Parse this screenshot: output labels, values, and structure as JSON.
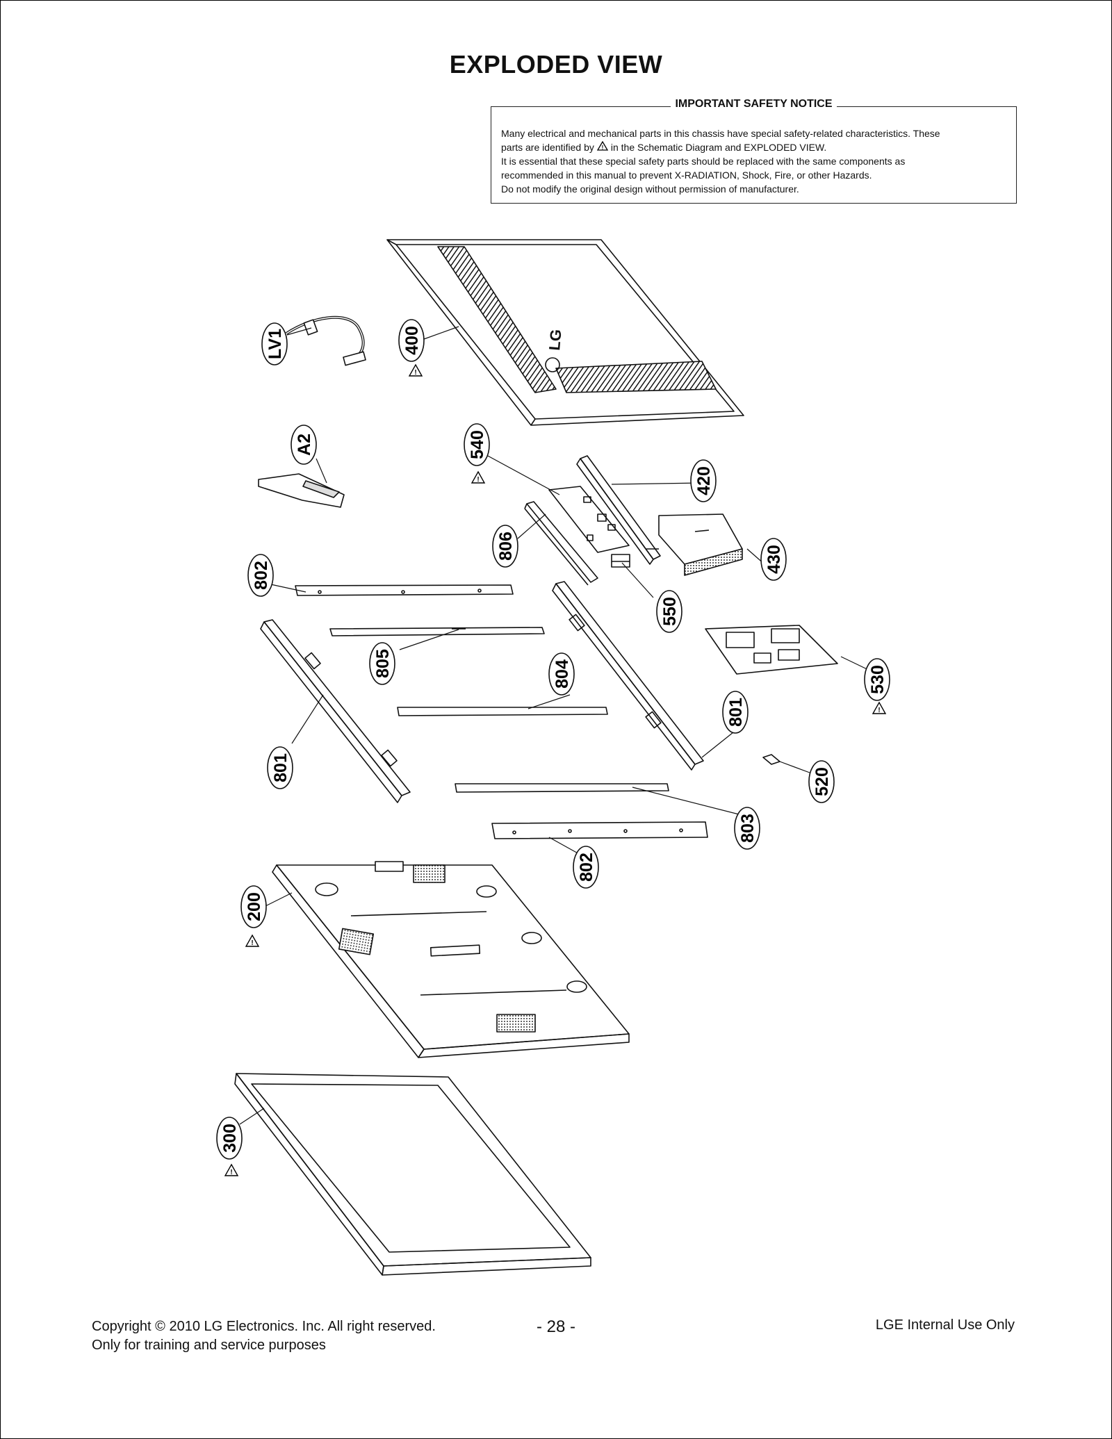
{
  "title": "EXPLODED VIEW",
  "notice": {
    "heading": "IMPORTANT SAFETY NOTICE",
    "line1": "Many electrical and mechanical parts in this chassis have special safety-related characteristics. These",
    "line2a": "parts are identified by",
    "line2b": "in the Schematic Diagram and EXPLODED VIEW.",
    "line3": "It is essential that these special safety parts should be replaced with the same components as",
    "line4": "recommended in this manual to prevent X-RADIATION, Shock, Fire, or other Hazards.",
    "line5": "Do not modify the original design without permission of manufacturer."
  },
  "parts": {
    "lv1": "LV1",
    "p400": "400",
    "a2": "A2",
    "p540": "540",
    "p420": "420",
    "p806": "806",
    "p430": "430",
    "p802a": "802",
    "p550": "550",
    "p805": "805",
    "p804": "804",
    "p530": "530",
    "p801a": "801",
    "p801b": "801",
    "p520": "520",
    "p803": "803",
    "p802b": "802",
    "p200": "200",
    "p300": "300"
  },
  "footer": {
    "copyright": "Copyright © 2010 LG Electronics. Inc. All right reserved.",
    "purpose": "Only for training and service purposes",
    "page": "- 28 -",
    "internal": "LGE Internal Use Only"
  }
}
